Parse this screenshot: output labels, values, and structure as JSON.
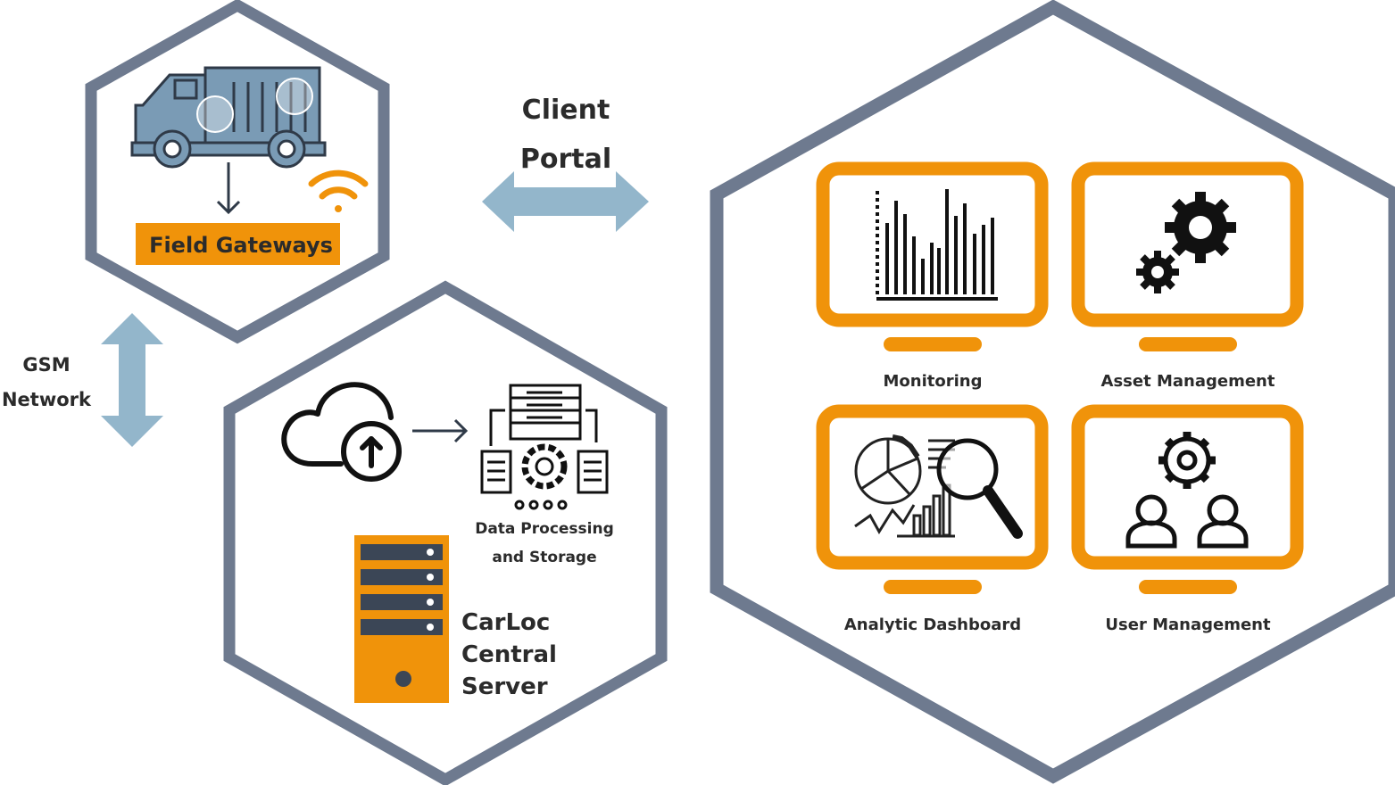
{
  "colors": {
    "hex_border": "#6e7a8f",
    "orange": "#f0930a",
    "arrow_blue": "#93b6cb",
    "truck_blue": "#7a9bb5",
    "server_dark": "#3b4656",
    "text_dark": "#2b2b2b"
  },
  "labels": {
    "field_gateways": "Field Gateways",
    "client_portal_line1": "Client",
    "client_portal_line2": "Portal",
    "gsm_line1": "GSM",
    "gsm_line2": "Network",
    "data_processing_line1": "Data Processing",
    "data_processing_line2": "and Storage",
    "server_line1": "CarLoc",
    "server_line2": "Central",
    "server_line3": "Server"
  },
  "portal_modules": [
    {
      "label": "Monitoring",
      "icon": "bar-chart-icon"
    },
    {
      "label": "Asset Management",
      "icon": "gears-icon"
    },
    {
      "label": "Analytic Dashboard",
      "icon": "analytics-magnifier-icon"
    },
    {
      "label": "User Management",
      "icon": "users-gear-icon"
    }
  ],
  "icons": [
    "truck-icon",
    "wifi-icon",
    "down-arrow-icon",
    "cloud-upload-icon",
    "right-arrow-icon",
    "data-processing-icon",
    "server-tower-icon",
    "double-arrow-horizontal-icon",
    "double-arrow-vertical-icon"
  ]
}
